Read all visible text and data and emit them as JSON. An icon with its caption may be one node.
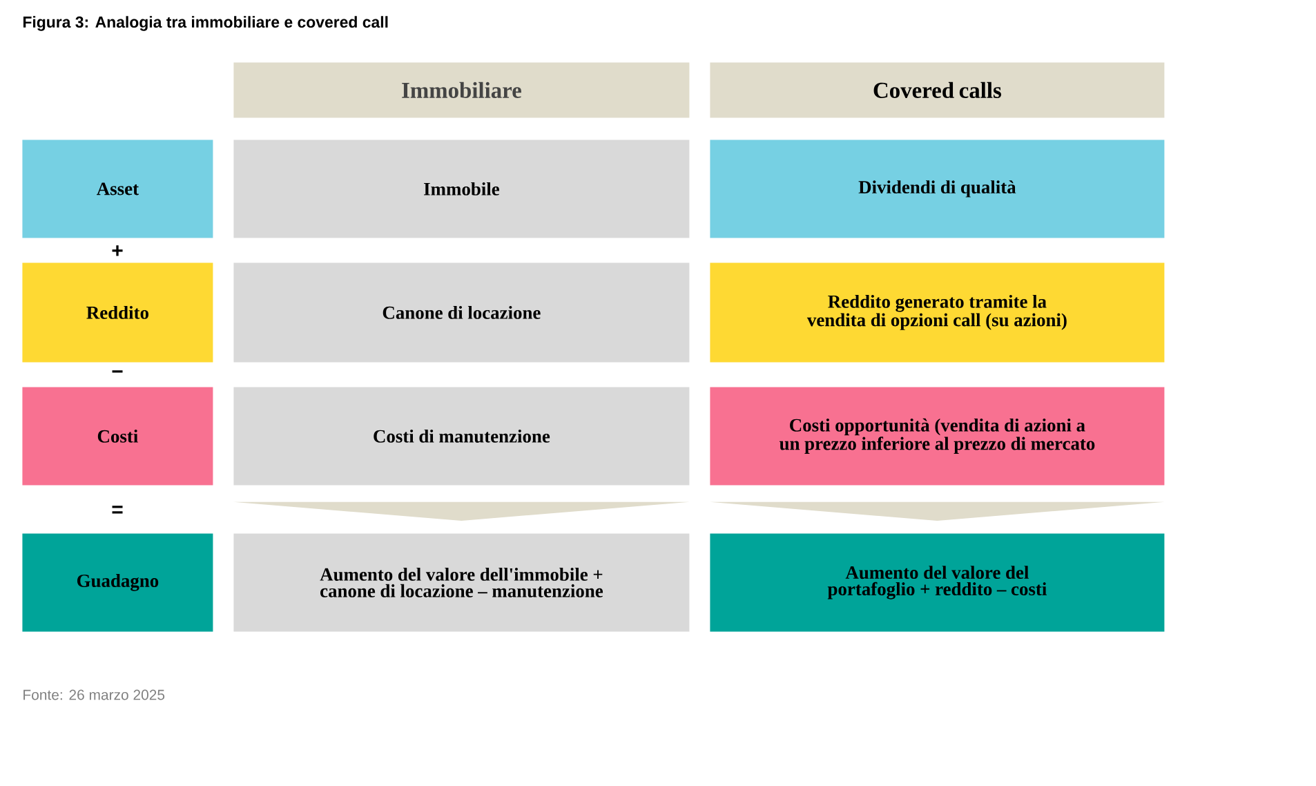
{
  "diagram": {
    "title": "Figura 3: Analogia tra immobiliare e covered call",
    "caption": "Fonte: 26 marzo 2025",
    "nodes": [
      {
        "text": [
          "Immobiliare"
        ]
      },
      {
        "text": [
          "Covered calls"
        ]
      },
      {
        "text": [
          "Asset"
        ]
      },
      {
        "text": [
          "Immobile"
        ]
      },
      {
        "text": [
          "Dividendi di qualità"
        ]
      },
      {
        "text": [
          "Reddito"
        ]
      },
      {
        "text": [
          "Canone di locazione"
        ]
      },
      {
        "text": [
          "Reddito generato tramite la vendita di opzioni call (su azioni)"
        ]
      },
      {
        "text": [
          "Costi"
        ]
      },
      {
        "text": [
          "Costi di manutenzione"
        ]
      },
      {
        "text": [
          "Costi opportunità (vendita di azioni a un prezzo inferiore al prezzo di mercato"
        ]
      },
      {
        "text": [
          "Guadagno"
        ]
      },
      {
        "text": [
          "Aumento del valore dell'immobile + canone di locazione – manutenzione"
        ]
      },
      {
        "text": [
          "Aumento del valore del portafoglio + reddito – costi"
        ]
      }
    ],
    "edges": [
      {
        "from": 9,
        "to": 12,
        "arrow": "to"
      },
      {
        "from": 10,
        "to": 13,
        "arrow": "to"
      }
    ],
    "labels": [
      "+",
      "−",
      "="
    ]
  }
}
